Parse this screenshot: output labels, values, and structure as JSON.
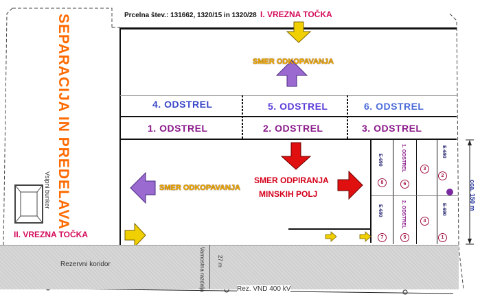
{
  "title": "SEPARACIJA IN PREDELAVA",
  "parcel": "Prcelna štev.: 131662, 1320/15 in 1320/28",
  "entry_point_1": "I. VREZNA TOČKA",
  "entry_point_2": "II. VREZNA TOČKA",
  "direction_excavation": "SMER ODKOPAVANJA",
  "direction_opening_line1": "SMER ODPIRANJA",
  "direction_opening_line2": "MINSKIH POLJ",
  "blasts_upper": [
    "4. ODSTREL",
    "5. ODSTREL",
    "6. ODSTREL"
  ],
  "blasts_lower": [
    "1. ODSTREL",
    "2. ODSTREL",
    "3. ODSTREL"
  ],
  "field_labels": {
    "e1": "E-690",
    "e2": "E-690",
    "e3": "E-690",
    "e4": "E-690",
    "odstrel1": "1. ODSTREL",
    "odstrel2": "2. ODSTREL"
  },
  "numbers": [
    "1",
    "2",
    "3",
    "4",
    "5",
    "6",
    "7",
    "8"
  ],
  "dimension": "cca. 150 m",
  "bunker": "Vsipni bunker",
  "corridor": "Rezervni koridor",
  "protection_zone": "Varnostna razdalja",
  "dim_27": "27 m",
  "power_line": "Rez. VND   400 kV",
  "colors": {
    "red_title": "#d40a5a",
    "orange": "#ff6a00",
    "purple_blast": "#8a1a8a",
    "blue_blast": "#3a48c8",
    "arrow_red": "#e01010",
    "arrow_purple": "#9a6ad0",
    "arrow_yellow": "#f0d000"
  }
}
